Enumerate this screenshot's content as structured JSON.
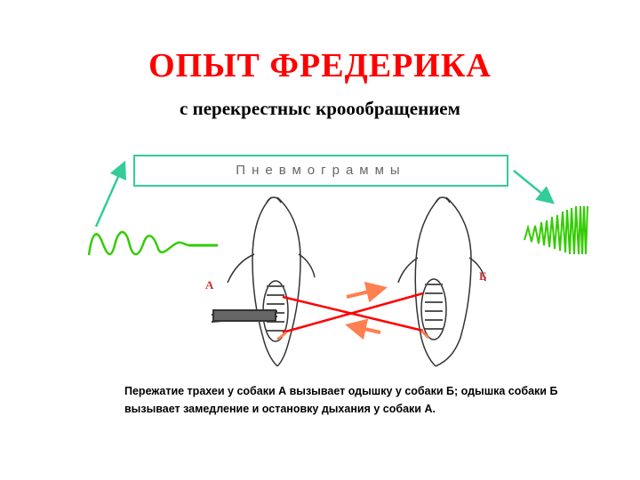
{
  "title": "ОПЫТ ФРЕДЕРИКА",
  "subtitle": "с перекрестныс кроообращением",
  "pneumogram_label": "Пневмограммы",
  "dog_a_label": "А",
  "dog_b_label": "Б",
  "caption": {
    "line1": "Пережатие трахеи у собаки А вызывает  одышку у собаки Б;  одышка собаки Б",
    "line2": "вызывает замедление и остановку дыхания у  собаки  А."
  },
  "colors": {
    "title": "#ff0000",
    "box_border": "#33cc99",
    "arrow": "#33cc99",
    "wave": "#33cc00",
    "vessel": "#ff0000",
    "flow_arrow": "#ff7f50"
  }
}
